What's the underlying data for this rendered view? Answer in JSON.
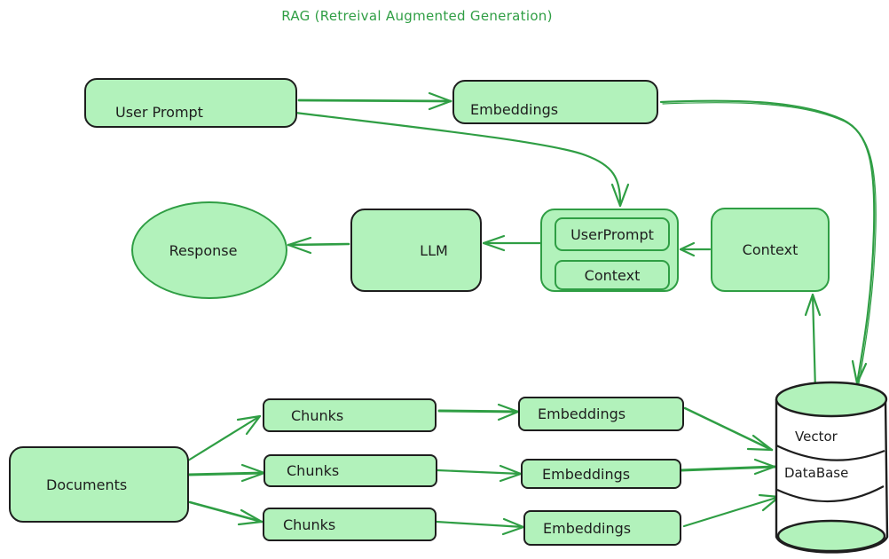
{
  "title": "RAG (Retreival Augmented Generation)",
  "colors": {
    "fill": "#b2f2bb",
    "arrow": "#2f9e44",
    "stroke_dark": "#1e1e1e",
    "title": "#2f9e44"
  },
  "nodes": {
    "user_prompt": "User Prompt",
    "embeddings_top": "Embeddings",
    "response": "Response",
    "llm": "LLM",
    "prompt_group": {
      "user_prompt": "UserPrompt",
      "context": "Context"
    },
    "context": "Context",
    "documents": "Documents",
    "chunks": [
      "Chunks",
      "Chunks",
      "Chunks"
    ],
    "embeddings": [
      "Embeddings",
      "Embeddings",
      "Embeddings"
    ],
    "vector_db": {
      "line1": "Vector",
      "line2": "DataBase"
    }
  },
  "edges": [
    {
      "from": "User Prompt",
      "to": "Embeddings"
    },
    {
      "from": "User Prompt",
      "to": "UserPrompt/Context group"
    },
    {
      "from": "Embeddings",
      "to": "Vector DataBase"
    },
    {
      "from": "Vector DataBase",
      "to": "Context"
    },
    {
      "from": "Context",
      "to": "UserPrompt/Context group"
    },
    {
      "from": "UserPrompt/Context group",
      "to": "LLM"
    },
    {
      "from": "LLM",
      "to": "Response"
    },
    {
      "from": "Documents",
      "to": "Chunks 1"
    },
    {
      "from": "Documents",
      "to": "Chunks 2"
    },
    {
      "from": "Documents",
      "to": "Chunks 3"
    },
    {
      "from": "Chunks 1",
      "to": "Embeddings 1"
    },
    {
      "from": "Chunks 2",
      "to": "Embeddings 2"
    },
    {
      "from": "Chunks 3",
      "to": "Embeddings 3"
    },
    {
      "from": "Embeddings 1",
      "to": "Vector DataBase"
    },
    {
      "from": "Embeddings 2",
      "to": "Vector DataBase"
    },
    {
      "from": "Embeddings 3",
      "to": "Vector DataBase"
    }
  ]
}
